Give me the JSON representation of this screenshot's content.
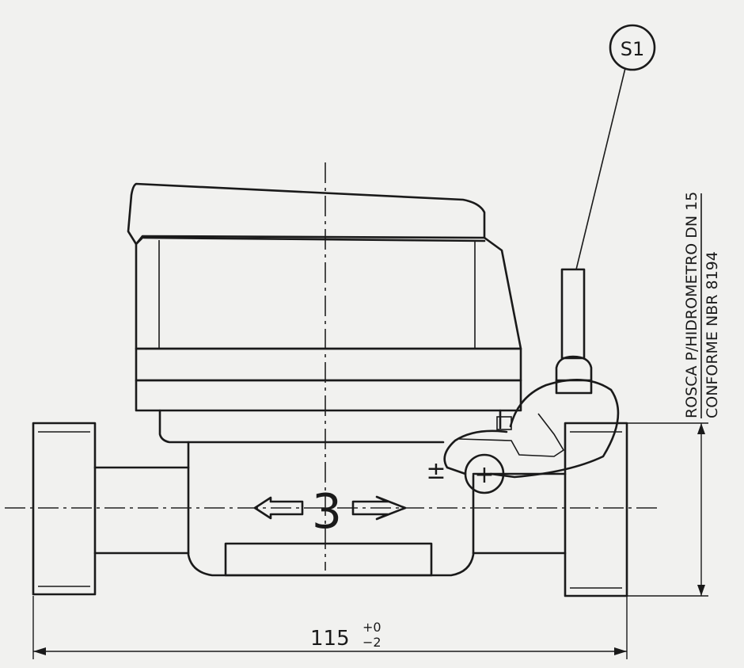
{
  "callout": {
    "label": "S1"
  },
  "thread_note": {
    "line1": "ROSCA P/HIDROMETRO DN 15",
    "line2": "CONFORME NBR 8194"
  },
  "body_marking": {
    "numeral": "3"
  },
  "polarity": {
    "plus_minus": "±",
    "terminal": "+"
  },
  "dimension": {
    "value": "115",
    "tol_upper": "+0",
    "tol_lower": "−2"
  }
}
